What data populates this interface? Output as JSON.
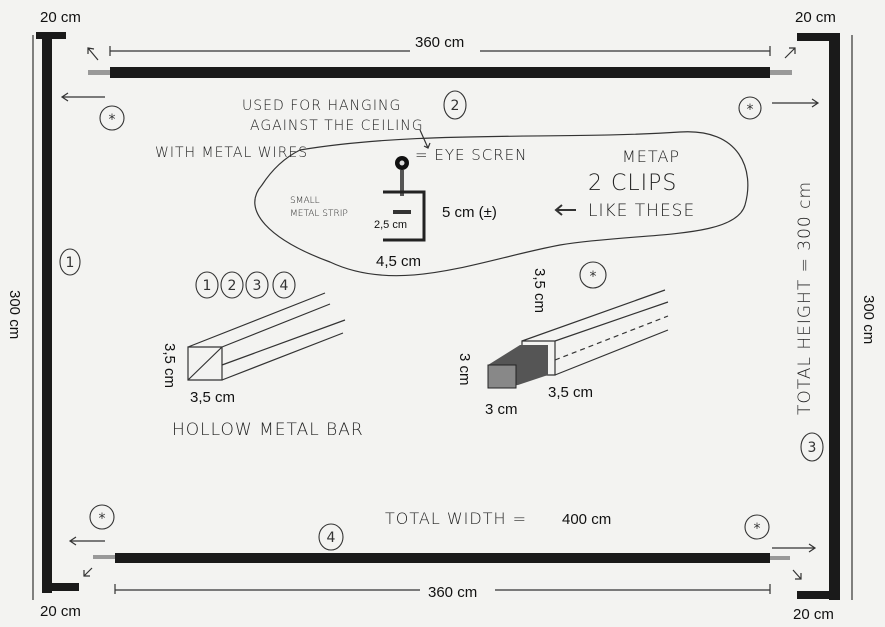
{
  "dimensions": {
    "corner_top_left": "20 cm",
    "corner_top_right": "20 cm",
    "corner_bottom_left": "20 cm",
    "corner_bottom_right": "20 cm",
    "top_span": "360 cm",
    "bottom_span": "360 cm",
    "left_height": "300 cm",
    "right_height": "300 cm",
    "total_height": "TOTAL HEIGHT = 300 cm",
    "total_width_label": "TOTAL WIDTH =",
    "total_width_value": "400 cm"
  },
  "part_numbers": {
    "p1": "1",
    "p2": "2",
    "p3": "3",
    "p4": "4",
    "joint_symbol": "*"
  },
  "clip": {
    "note_line1": "USED FOR HANGING",
    "note_line2": "AGAINST THE CEILING",
    "note_line3": "WITH METAL WIRES",
    "eye_screw": "= EYE SCREN",
    "strip_line1": "SMALL",
    "strip_line2": "METAL STRIP",
    "strip_width": "2,5 cm",
    "height": "5 cm (±)",
    "width": "4,5 cm",
    "metal": "METAP",
    "count": "2 CLIPS",
    "like_these": "LIKE THESE"
  },
  "hollow_bar": {
    "numbers": [
      "1",
      "2",
      "3",
      "4"
    ],
    "height": "3,5 cm",
    "width": "3,5 cm",
    "label": "HOLLOW METAL BAR"
  },
  "connector": {
    "outer_height": "3,5 cm",
    "outer_width": "3,5 cm",
    "inner_height": "3 cm",
    "inner_width": "3 cm"
  }
}
